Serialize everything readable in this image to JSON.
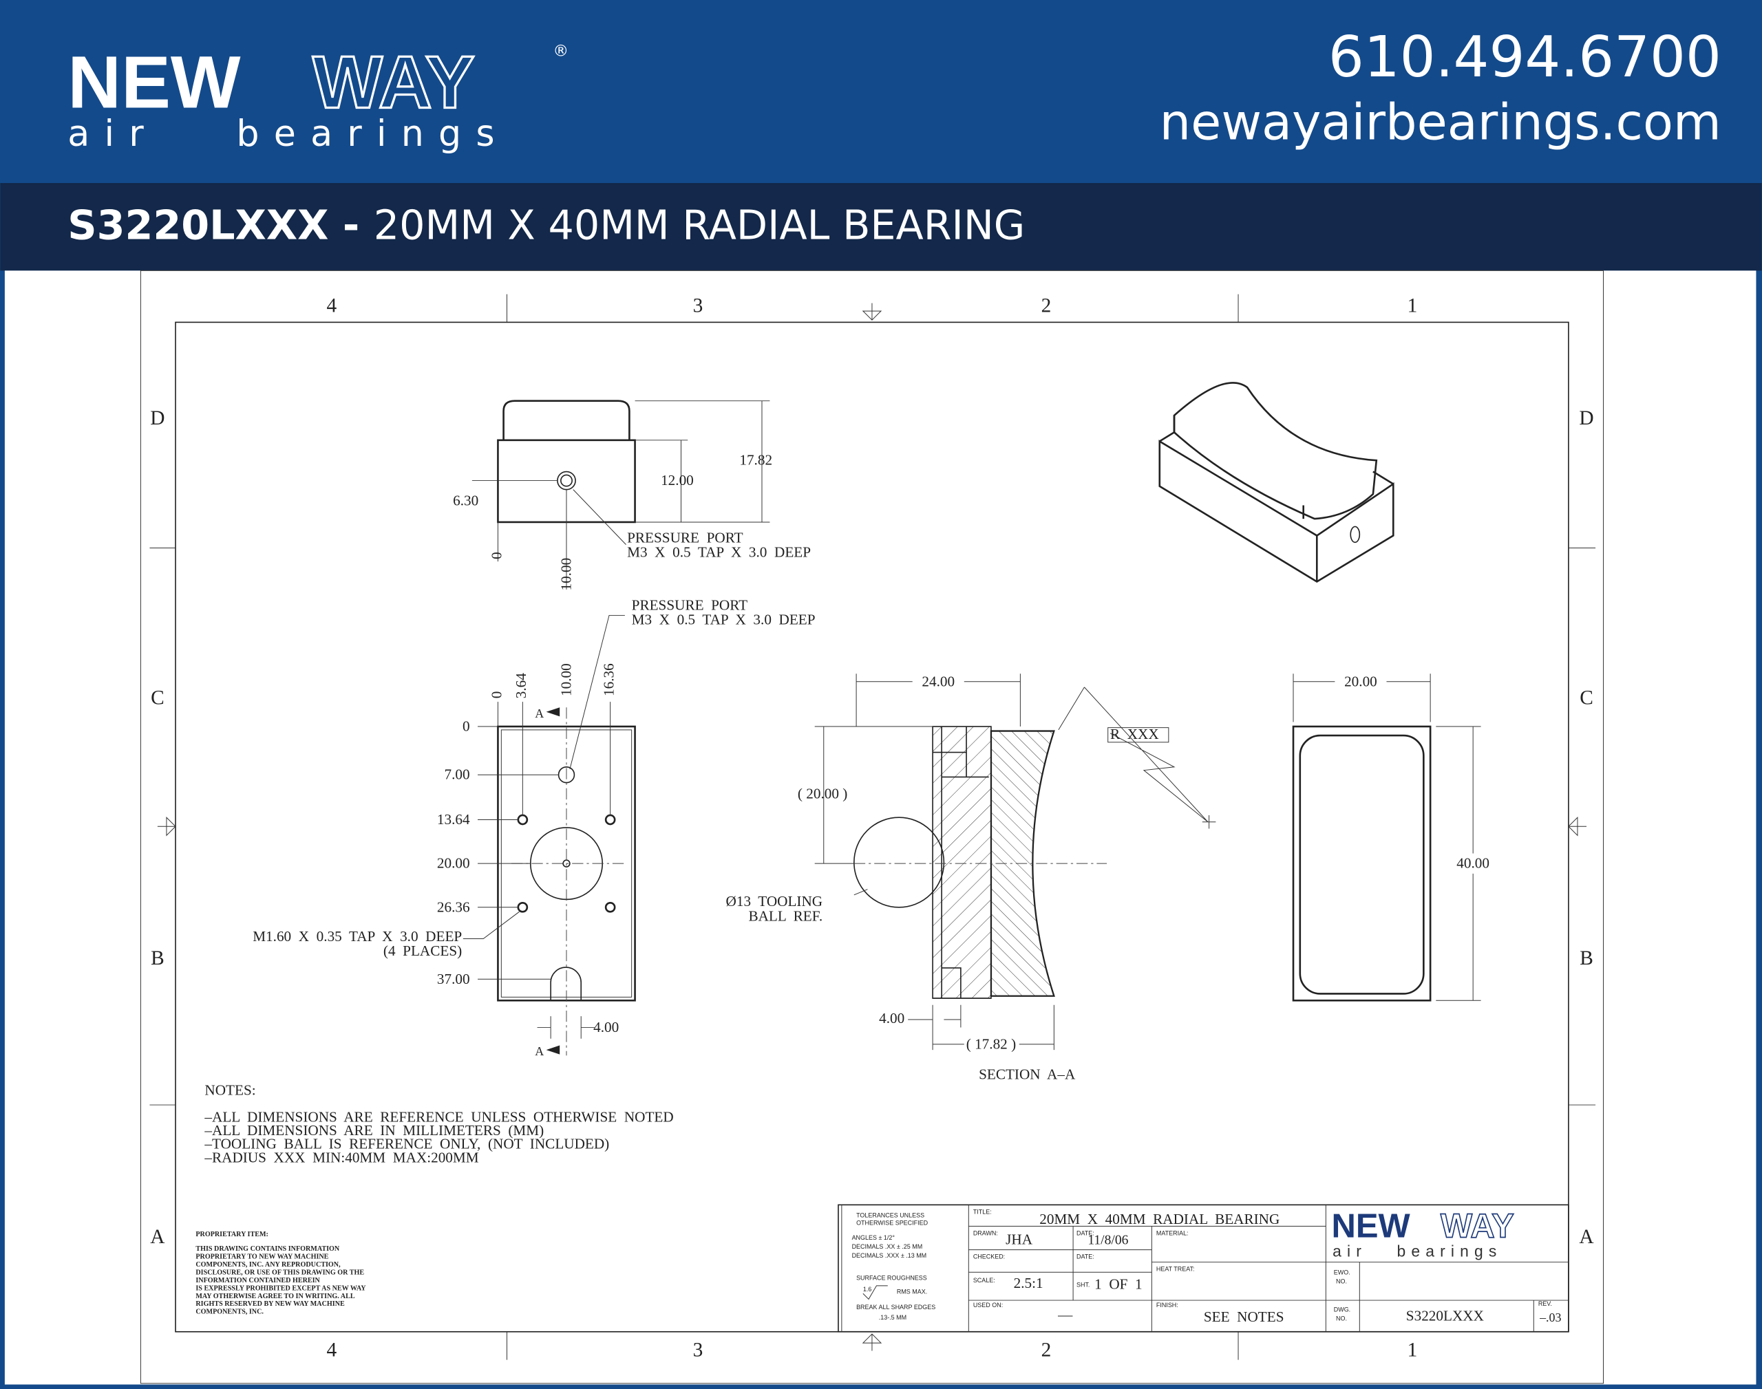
{
  "header": {
    "brand_new": "NEW",
    "brand_way": "WAY",
    "brand_reg": "®",
    "brand_sub": "air   bearings",
    "phone": "610.494.6700",
    "website": "newayairbearings.com"
  },
  "title_bar": {
    "part_number": "S3220LXXX",
    "separator": " - ",
    "description": "20MM X 40MM RADIAL BEARING"
  },
  "zones": {
    "columns": [
      "4",
      "3",
      "2",
      "1"
    ],
    "rows": [
      "D",
      "C",
      "B",
      "A"
    ]
  },
  "top_view": {
    "dim_h1": "17.82",
    "dim_h2": "12.00",
    "dim_left": "6.30",
    "dim_zero": "0",
    "dim_port": "10.00",
    "callout_1": "PRESSURE  PORT",
    "callout_2": "M3  X  0.5  TAP  X  3.0  DEEP"
  },
  "front_view": {
    "callout_1": "PRESSURE  PORT",
    "callout_2": "M3  X  0.5  TAP  X  3.0  DEEP",
    "x_dims": [
      "0",
      "3.64",
      "10.00",
      "16.36"
    ],
    "y_dims": [
      "0",
      "7.00",
      "13.64",
      "20.00",
      "26.36",
      "37.00"
    ],
    "tap_1": "M1.60  X  0.35  TAP  X  3.0  DEEP",
    "tap_2": "(4  PLACES)",
    "slot_dim": "4.00",
    "section_mark": "A"
  },
  "section_view": {
    "dim_width": "24.00",
    "dim_height": "( 20.00 )",
    "radius": "R  XXX",
    "ball_1": "Ø13  TOOLING",
    "ball_2": "BALL  REF.",
    "dim_bottom": "4.00",
    "dim_depth": "( 17.82 )",
    "label": "SECTION  A–A"
  },
  "side_view": {
    "dim_width": "20.00",
    "dim_height": "40.00"
  },
  "notes": {
    "heading": "NOTES:",
    "items": [
      "–ALL  DIMENSIONS  ARE  REFERENCE  UNLESS  OTHERWISE  NOTED",
      "–ALL  DIMENSIONS  ARE  IN  MILLIMETERS  (MM)",
      "–TOOLING  BALL  IS  REFERENCE  ONLY,  (NOT  INCLUDED)",
      "–RADIUS  XXX  MIN:40MM  MAX:200MM"
    ]
  },
  "proprietary": {
    "heading": "PROPRIETARY ITEM:",
    "lines": [
      "THIS DRAWING CONTAINS INFORMATION",
      "PROPRIETARY TO NEW WAY MACHINE",
      "COMPONENTS, INC. ANY REPRODUCTION,",
      "DISCLOSURE, OR USE OF THIS DRAWING OR THE",
      "INFORMATION CONTAINED HEREIN",
      "IS EXPRESSLY PROHIBITED EXCEPT AS NEW WAY",
      "MAY OTHERWISE AGREE TO IN WRITING. ALL",
      "RIGHTS RESERVED BY NEW WAY MACHINE",
      "COMPONENTS, INC."
    ]
  },
  "title_block": {
    "tol_1": "TOLERANCES UNLESS",
    "tol_2": "OTHERWISE SPECIFIED",
    "angles": "ANGLES ± 1/2°",
    "dec2": "DECIMALS .XX ± .25 MM",
    "dec3": "DECIMALS .XXX ± .13 MM",
    "roughness_label": "SURFACE ROUGHNESS",
    "roughness_value": "1.6",
    "roughness_unit": "RMS MAX.",
    "edges_label": "BREAK ALL SHARP EDGES",
    "edges_value": ".13-.5 MM",
    "title_label": "TITLE:",
    "title": "20MM  X  40MM  RADIAL  BEARING",
    "drawn_label": "DRAWN:",
    "drawn": "JHA",
    "date_label": "DATE:",
    "date": "11/8/06",
    "material_label": "MATERIAL:",
    "checked_label": "CHECKED:",
    "date2_label": "DATE:",
    "heat_label": "HEAT TREAT:",
    "scale_label": "SCALE:",
    "scale": "2.5:1",
    "sheet_label": "SHT.",
    "sheet": "1  OF  1",
    "used_label": "USED ON:",
    "used": "—",
    "finish_label": "FINISH:",
    "finish": "SEE  NOTES",
    "ewo_label_1": "EWO.",
    "ewo_label_2": "NO.",
    "dwg_label_1": "DWG.",
    "dwg_label_2": "NO.",
    "dwg": "S3220LXXX",
    "rev_label": "REV.",
    "rev": "–.03",
    "logo_new": "NEW",
    "logo_way": "WAY",
    "logo_sub": "air   bearings"
  },
  "colors": {
    "header_blue": "#134a8b",
    "title_bar": "#13284a",
    "logo_blue": "#1d3a7a"
  }
}
